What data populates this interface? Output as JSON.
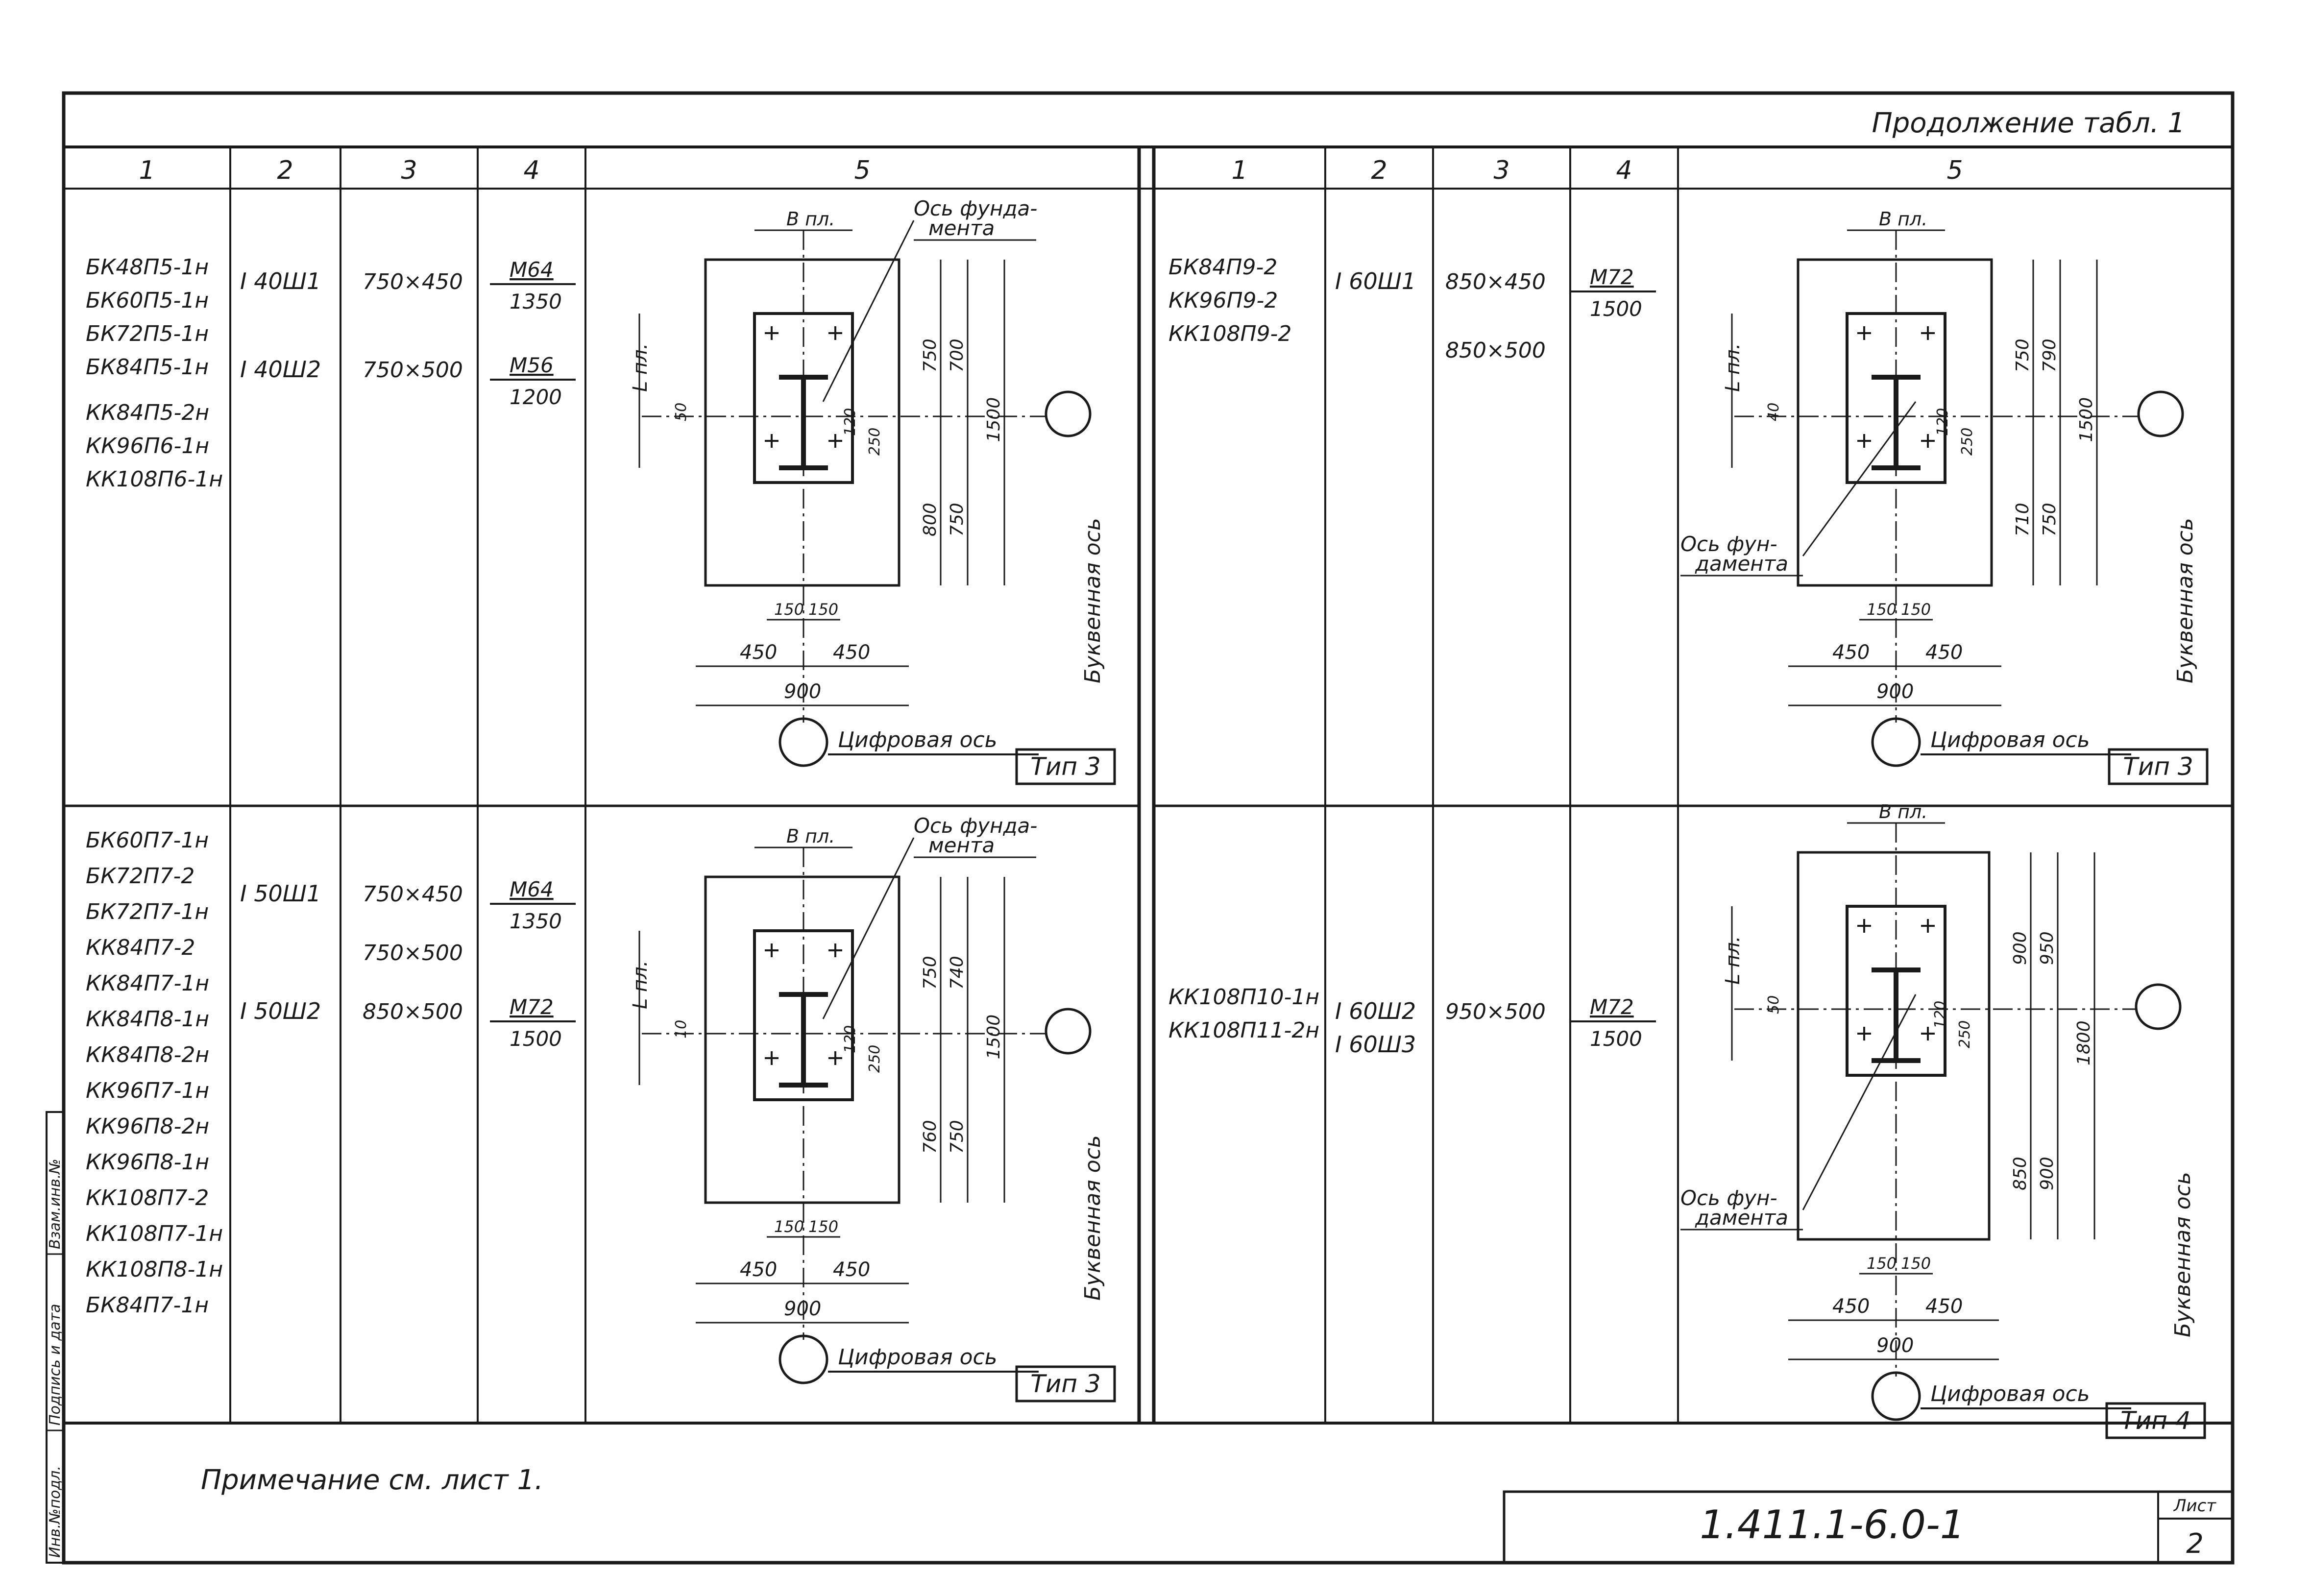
{
  "header": {
    "continuation": "Продолжение табл. 1"
  },
  "columns": [
    "1",
    "2",
    "3",
    "4",
    "5"
  ],
  "cells": [
    {
      "marks": [
        "БК48П5-1н",
        "БК60П5-1н",
        "БК72П5-1н",
        "БК84П5-1н",
        "КК84П5-2н",
        "КК96П6-1н",
        "КК108П6-1н"
      ],
      "profiles": [
        "I 40Ш1",
        "I 40Ш2"
      ],
      "sizes": [
        "750×450",
        "750×500"
      ],
      "bolts": [
        {
          "num": "М64",
          "den": "1350"
        },
        {
          "num": "М56",
          "den": "1200"
        }
      ],
      "drawing": {
        "type_label": "Тип 3",
        "b_label": "B пл.",
        "l_label": "L пл.",
        "axis_label": "Ось фунда-мента",
        "letter_axis": "Буквенная ось",
        "digit_axis": "Цифровая ось",
        "dims_right": [
          "750",
          "700",
          "800",
          "750",
          "1500"
        ],
        "dims_small": [
          "50",
          "120",
          "250"
        ],
        "dims_bottom": [
          "150",
          "150",
          "450",
          "450",
          "900"
        ]
      }
    },
    {
      "marks": [
        "БК84П9-2",
        "КК96П9-2",
        "КК108П9-2"
      ],
      "profiles": [
        "I 60Ш1"
      ],
      "sizes": [
        "850×450",
        "850×500"
      ],
      "bolts": [
        {
          "num": "М72",
          "den": "1500"
        }
      ],
      "drawing": {
        "type_label": "Тип 3",
        "b_label": "B пл.",
        "l_label": "L пл.",
        "axis_label": "Ось фун-дамента",
        "letter_axis": "Буквенная ось",
        "digit_axis": "Цифровая ось",
        "dims_right": [
          "750",
          "790",
          "710",
          "750",
          "1500"
        ],
        "dims_small": [
          "40",
          "120",
          "250"
        ],
        "dims_bottom": [
          "150",
          "150",
          "450",
          "450",
          "900"
        ]
      }
    },
    {
      "marks": [
        "БК60П7-1н",
        "БК72П7-2",
        "БК72П7-1н",
        "КК84П7-2",
        "КК84П7-1н",
        "КК84П8-1н",
        "КК84П8-2н",
        "КК96П7-1н",
        "КК96П8-2н",
        "КК96П8-1н",
        "КК108П7-2",
        "КК108П7-1н",
        "КК108П8-1н",
        "БК84П7-1н"
      ],
      "profiles": [
        "I 50Ш1",
        "I 50Ш2"
      ],
      "sizes": [
        "750×450",
        "750×500",
        "850×500"
      ],
      "bolts": [
        {
          "num": "М64",
          "den": "1350"
        },
        {
          "num": "М72",
          "den": "1500"
        }
      ],
      "drawing": {
        "type_label": "Тип 3",
        "b_label": "B пл.",
        "l_label": "L пл.",
        "axis_label": "Ось фунда-мента",
        "letter_axis": "Буквенная ось",
        "digit_axis": "Цифровая ось",
        "dims_right": [
          "750",
          "740",
          "760",
          "750",
          "1500"
        ],
        "dims_small": [
          "10",
          "120",
          "250"
        ],
        "dims_bottom": [
          "150",
          "150",
          "450",
          "450",
          "900"
        ]
      }
    },
    {
      "marks": [
        "КК108П10-1н",
        "КК108П11-2н"
      ],
      "profiles": [
        "I 60Ш2",
        "I 60Ш3"
      ],
      "sizes": [
        "950×500"
      ],
      "bolts": [
        {
          "num": "М72",
          "den": "1500"
        }
      ],
      "drawing": {
        "type_label": "Тип 4",
        "b_label": "B пл.",
        "l_label": "L пл.",
        "axis_label": "Ось фун-дамента",
        "letter_axis": "Буквенная ось",
        "digit_axis": "Цифровая ось",
        "dims_right": [
          "900",
          "950",
          "850",
          "900",
          "1800"
        ],
        "dims_small": [
          "50",
          "120",
          "250"
        ],
        "dims_bottom": [
          "150",
          "150",
          "450",
          "450",
          "900"
        ]
      }
    }
  ],
  "note": "Примечание см. лист 1.",
  "stamp": {
    "code": "1.411.1-6.0-1",
    "sheet_label": "Лист",
    "sheet_no": "2"
  },
  "side_labels": [
    "Инв.№подл.",
    "Подпись и дата",
    "Взам.инв.№"
  ]
}
